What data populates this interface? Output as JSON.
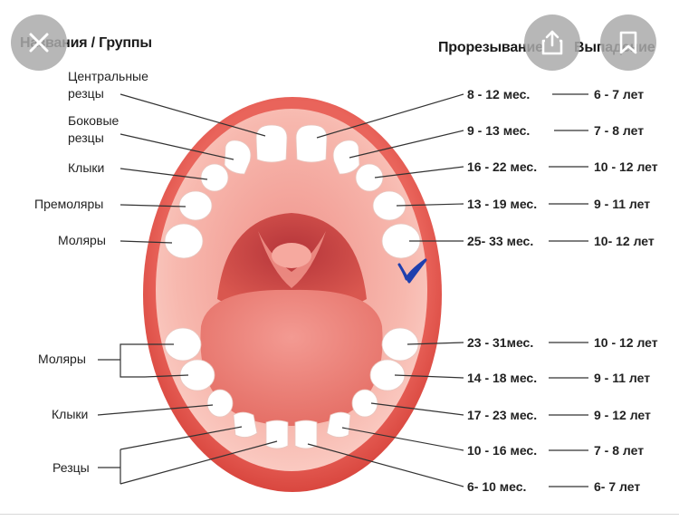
{
  "header": {
    "names_groups": "Названия / Группы",
    "eruption": "Прорезывание",
    "loss": "Выпадение"
  },
  "left_labels": {
    "central_incisors": "Центральные\nрезцы",
    "lateral_incisors": "Боковые\nрезцы",
    "upper_canines": "Клыки",
    "premolars": "Премоляры",
    "upper_molars": "Моляры",
    "lower_molars": "Моляры",
    "lower_canines": "Клыки",
    "lower_incisors": "Резцы"
  },
  "upper_rows": [
    {
      "eruption": "8 - 12 мес.",
      "loss": "6 - 7 лет"
    },
    {
      "eruption": "9 - 13 мес.",
      "loss": "7 - 8 лет"
    },
    {
      "eruption": "16 - 22 мес.",
      "loss": "10 - 12 лет"
    },
    {
      "eruption": "13 - 19 мес.",
      "loss": "9 - 11 лет"
    },
    {
      "eruption": "25- 33 мес.",
      "loss": "10- 12 лет"
    }
  ],
  "lower_rows": [
    {
      "eruption": "23 - 31мес.",
      "loss": "10 - 12 лет"
    },
    {
      "eruption": "14 - 18 мес.",
      "loss": "9 - 11 лет"
    },
    {
      "eruption": "17 - 23 мес.",
      "loss": "9 - 12 лет"
    },
    {
      "eruption": "10 - 16 мес.",
      "loss": "7 - 8 лет"
    },
    {
      "eruption": "6- 10 мес.",
      "loss": "6- 7 лет"
    }
  ],
  "icons": {
    "close": "close-icon",
    "share": "share-icon",
    "bookmark": "bookmark-icon",
    "check": "check-mark-icon"
  },
  "colors": {
    "lips": "#e1524c",
    "mouth_inner": "#f6b3a8",
    "throat": "#c94a4a",
    "tongue": "#e8766e",
    "teeth": "#ffffff",
    "check": "#1f3fae"
  }
}
